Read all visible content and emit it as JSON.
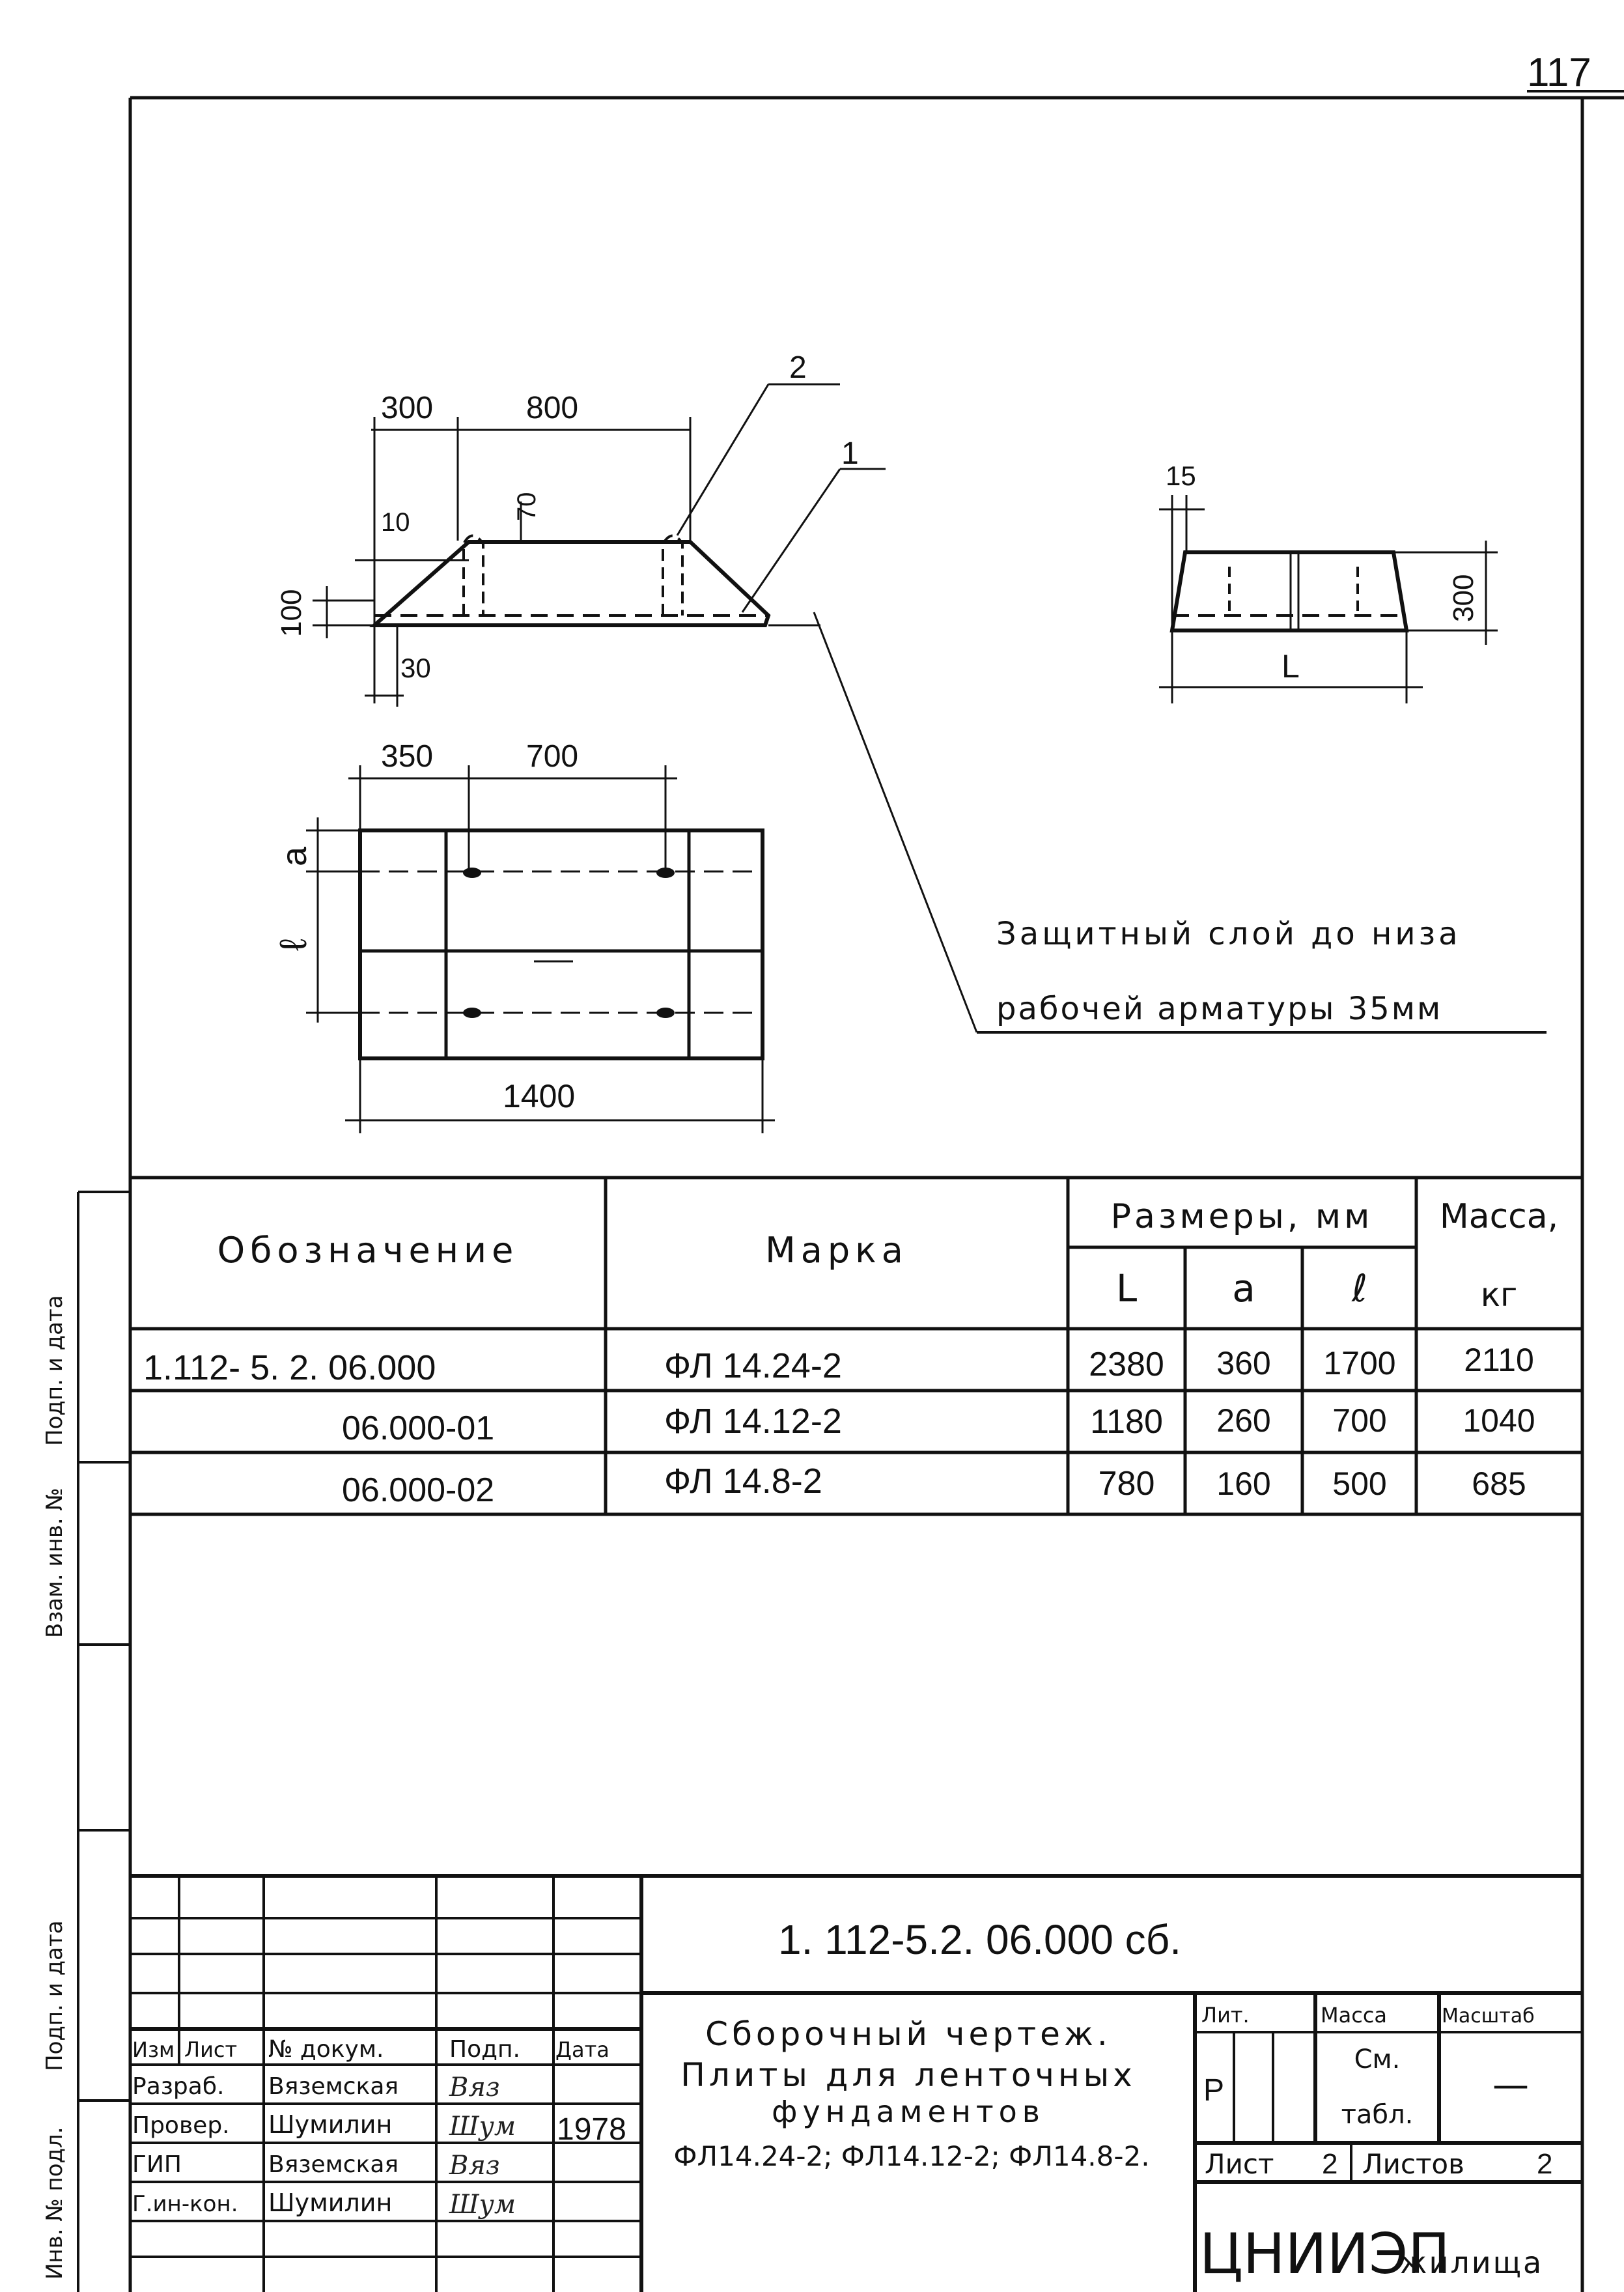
{
  "page_number": "117",
  "drawing": {
    "side_view": {
      "dim_300": "300",
      "dim_800": "800",
      "dim_10": "10",
      "dim_70": "70",
      "dim_100": "100",
      "dim_30": "30",
      "callout_1": "1",
      "callout_2": "2"
    },
    "end_view": {
      "dim_15": "15",
      "dim_300": "300",
      "dim_L": "L"
    },
    "plan_view": {
      "dim_350": "350",
      "dim_700": "700",
      "dim_a": "a",
      "dim_l": "ℓ",
      "dim_1400": "1400"
    },
    "note_line1": "Защитный слой до низа",
    "note_line2": "рабочей арматуры 35мм"
  },
  "spec_table": {
    "header": {
      "designation": "Обозначение",
      "mark": "Марка",
      "sizes": "Размеры, мм",
      "mass": "Масса,",
      "L": "L",
      "a": "a",
      "l": "ℓ",
      "kg": "кг"
    },
    "rows": [
      {
        "designation": "1.112- 5. 2. 06.000",
        "mark": "ФЛ 14.24-2",
        "L": "2380",
        "a": "360",
        "l": "1700",
        "mass": "2110"
      },
      {
        "designation": "06.000-01",
        "mark": "ФЛ 14.12-2",
        "L": "1180",
        "a": "260",
        "l": "700",
        "mass": "1040"
      },
      {
        "designation": "06.000-02",
        "mark": "ФЛ 14.8-2",
        "L": "780",
        "a": "160",
        "l": "500",
        "mass": "685"
      }
    ]
  },
  "left_margin": {
    "field1": "Подп. и дата",
    "field2": "Взам. инв. №",
    "field3": "Подп. и дата",
    "field4": "Инв. № подл."
  },
  "title_block": {
    "code": "1. 112-5.2. 06.000 сб.",
    "title_line1": "Сборочный чертеж.",
    "title_line2": "Плиты для ленточных",
    "title_line3": "фундаментов",
    "title_line4": "ФЛ14.24-2; ФЛ14.12-2; ФЛ14.8-2.",
    "head_izm": "Изм",
    "head_list": "Лист",
    "head_doc": "№ докум.",
    "head_sign": "Подп.",
    "head_date": "Дата",
    "roles": [
      {
        "role": "Разраб.",
        "name": "Вяземская",
        "sign": "Вяз"
      },
      {
        "role": "Провер.",
        "name": "Шумилин",
        "sign": "Шум"
      },
      {
        "role": "ГИП",
        "name": "Вяземская",
        "sign": "Вяз"
      },
      {
        "role": "Г.ин-кон.",
        "name": "Шумилин",
        "sign": "Шум"
      }
    ],
    "year": "1978",
    "lit_label": "Лит.",
    "lit_value": "Р",
    "mass_label": "Масса",
    "mass_value_1": "См.",
    "mass_value_2": "табл.",
    "scale_label": "Масштаб",
    "scale_value": "—",
    "sheet_label": "Лист",
    "sheet_value": "2",
    "sheets_label": "Листов",
    "sheets_value": "2",
    "org": "ЦНИИЭП",
    "org_suffix": "жилища"
  }
}
